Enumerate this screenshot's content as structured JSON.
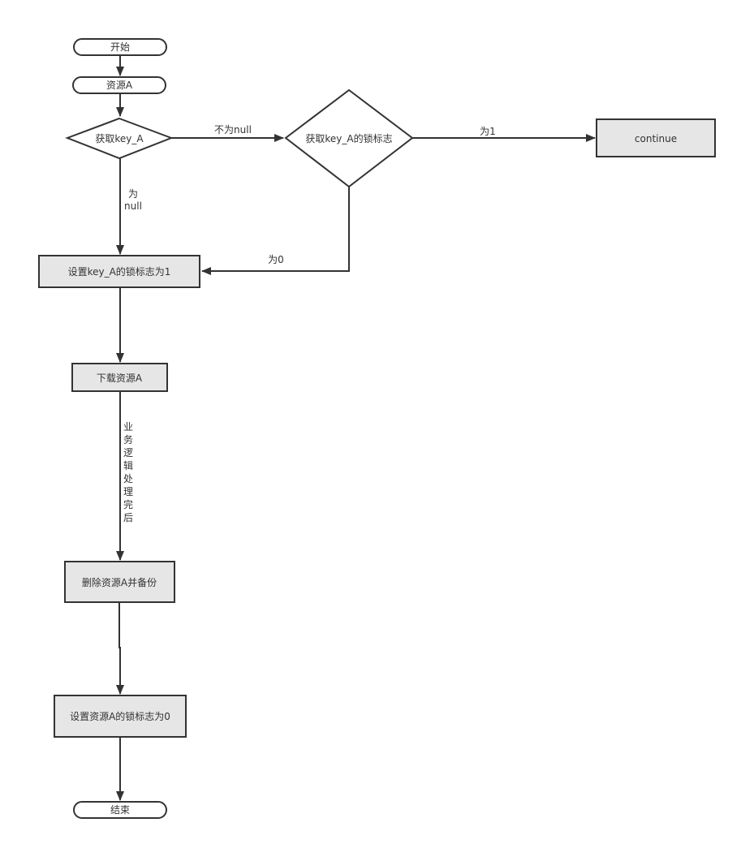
{
  "colors": {
    "stroke": "#333333",
    "process_fill": "#e6e6e6",
    "terminal_fill": "#ffffff",
    "decision_fill": "#ffffff",
    "background": "#ffffff"
  },
  "nodes": {
    "start": "开始",
    "resource_a": "资源A",
    "get_key": "获取key_A",
    "get_lock_flag": "获取key_A的锁标志",
    "continue": "continue",
    "set_flag_1": "设置key_A的锁标志为1",
    "download": "下载资源A",
    "delete_backup": "删除资源A并备份",
    "set_flag_0": "设置资源A的锁标志为0",
    "end": "结束"
  },
  "edges": {
    "not_null": "不为null",
    "is_null_line1": "为",
    "is_null_line2": "null",
    "is_1": "为1",
    "is_0": "为0",
    "business_done_chars": [
      "业",
      "务",
      "逻",
      "辑",
      "处",
      "理",
      "完",
      "后"
    ]
  }
}
